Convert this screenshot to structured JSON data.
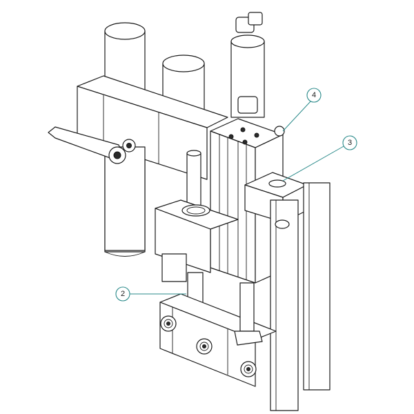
{
  "colors": {
    "line": "#1a1a1a",
    "callout": "#2a8a8a",
    "background": "#ffffff"
  },
  "callouts": [
    {
      "label": "2"
    },
    {
      "label": "3"
    },
    {
      "label": "4"
    }
  ]
}
